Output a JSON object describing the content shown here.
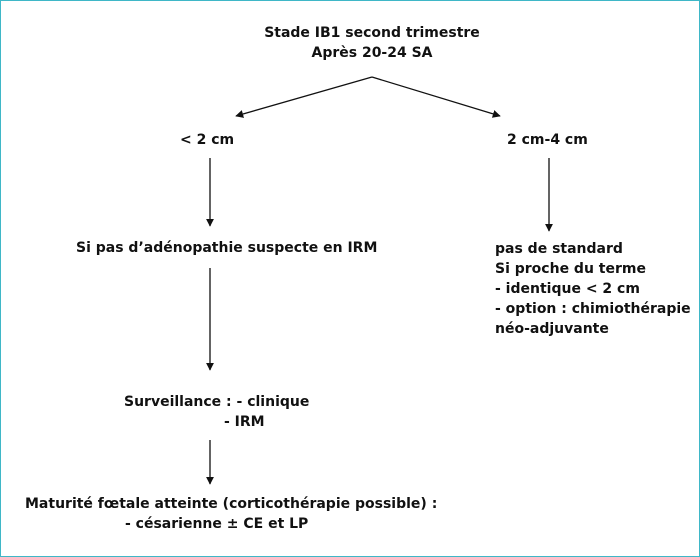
{
  "diagram": {
    "root": {
      "line1": "Stade IB1 second trimestre",
      "line2": "Après 20-24 SA"
    },
    "left_branch": {
      "label": "< 2 cm",
      "step1": "Si pas d’adénopathie suspecte en IRM",
      "step2": {
        "line1": "Surveillance : - clinique",
        "line2": "- IRM"
      },
      "step3": {
        "line1": "Maturité fœtale atteinte (corticothérapie possible) :",
        "line2": "- césarienne ± CE et LP"
      }
    },
    "right_branch": {
      "label": "2 cm-4 cm",
      "step1": {
        "line1": "pas de standard",
        "line2": "Si proche du terme",
        "line3": "- identique < 2 cm",
        "line4": "- option : chimiothérapie",
        "line5": "néo-adjuvante"
      }
    }
  }
}
